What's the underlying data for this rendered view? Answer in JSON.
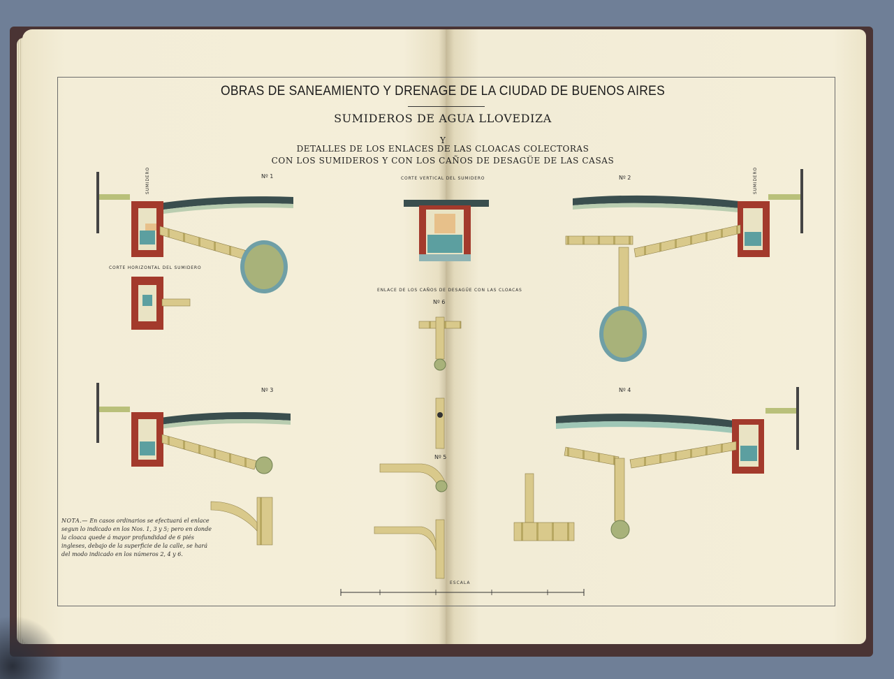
{
  "plate": {
    "title_main": "OBRAS DE SANEAMIENTO Y DRENAGE DE LA CIUDAD DE BUENOS AIRES",
    "title_sub": "SUMIDEROS DE AGUA LLOVEDIZA",
    "title_conj": "Y",
    "title_line3": "DETALLES DE LOS ENLACES DE LAS CLOACAS COLECTORAS",
    "title_line4": "CON LOS SUMIDEROS Y CON LOS CAÑOS DE DESAGÜE DE LAS CASAS"
  },
  "figures": {
    "fig1": "Nº 1",
    "fig2": "Nº 2",
    "fig3": "Nº 3",
    "fig4": "Nº 4",
    "fig5": "Nº 5",
    "fig6": "Nº 6"
  },
  "labels": {
    "sumidero": "SUMIDERO",
    "corte_vertical": "CORTE VERTICAL DEL SUMIDERO",
    "corte_horizontal": "CORTE HORIZONTAL DEL SUMIDERO",
    "enlace": "ENLACE DE LOS CAÑOS DE DESAGÜE CON LAS CLOACAS",
    "escala": "ESCALA"
  },
  "nota": {
    "head": "NOTA.—",
    "text": "En casos ordinarios se efectuará el enlace segun lo indicado en los Nos. 1, 3 y 5; pero en donde la cloaca quede á mayor profundidad de 6 piés ingleses, debajo de la superficie de la calle, se hará del modo indicado en los números 2, 4 y 6."
  },
  "colors": {
    "paper": "#f2ecd5",
    "brick": "#a33a2c",
    "water": "#5c9fa0",
    "pipe": "#d9c98b",
    "street": "#3a4e4e",
    "sewer": "#a8b27a"
  }
}
